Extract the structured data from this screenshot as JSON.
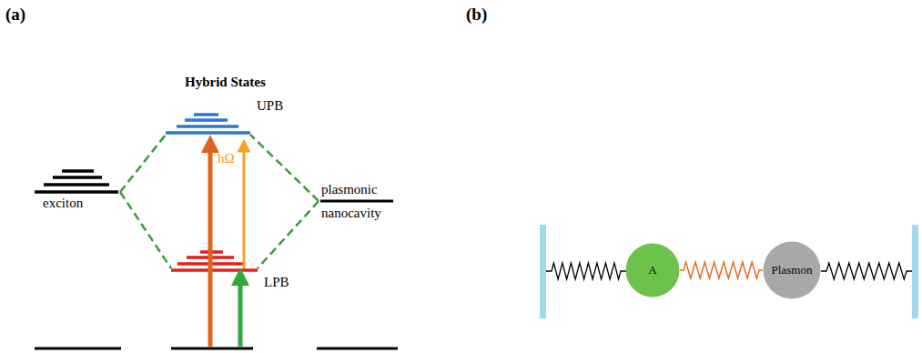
{
  "diagram": {
    "nodes": [
      {
        "text": [
          "A"
        ]
      },
      {
        "text": [
          "Plasmon"
        ]
      }
    ],
    "edges": [
      {
        "from": 0,
        "to": 1,
        "arrow": "none"
      }
    ],
    "labels": [
      "(a)",
      "(b)",
      "Hybrid States",
      "UPB",
      "exciton",
      "plasmonic nanocavity",
      "LPB",
      "hΩ"
    ]
  }
}
